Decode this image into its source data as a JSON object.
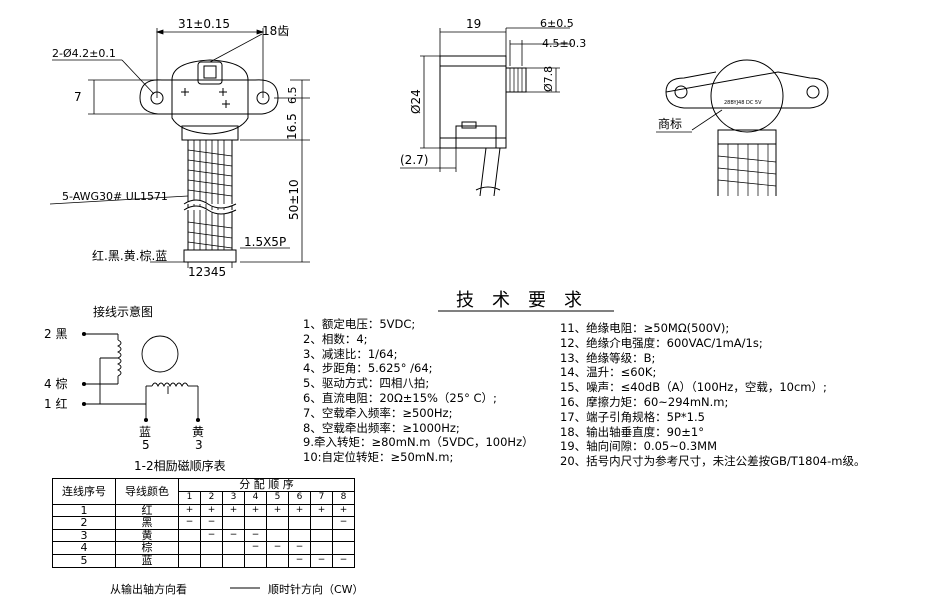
{
  "front_view": {
    "dim_width": "31±0.15",
    "dim_teeth": "18齿",
    "dim_hole": "2-Ø4.2±0.1",
    "dim_7": "7",
    "dim_65": "6.5",
    "dim_165": "16.5",
    "dim_50": "50±10",
    "cable_label": "5-AWG30# UL1571",
    "connector_label": "1.5X5P",
    "wire_colors": "红.黑.黄.棕.蓝",
    "pin_numbers": "12345"
  },
  "side_view": {
    "dim_19": "19",
    "dim_6": "6±0.5",
    "dim_45": "4.5±0.3",
    "dim_phi78": "Ø7.8",
    "dim_phi24": "Ø24",
    "dim_27": "(2.7)"
  },
  "top_view": {
    "trademark_label": "商标",
    "motor_text": "28BYJ48 DC 5V"
  },
  "wiring": {
    "title": "接线示意图",
    "wire2": "2 黑",
    "wire4": "4 棕",
    "wire1": "1 红",
    "blue_label": "蓝",
    "blue_num": "5",
    "yellow_label": "黄",
    "yellow_num": "3"
  },
  "sequence_table": {
    "title": "1-2相励磁顺序表",
    "col_no": "连线序号",
    "col_color": "导线颜色",
    "col_seq": "分 配 顺 序",
    "steps": [
      "1",
      "2",
      "3",
      "4",
      "5",
      "6",
      "7",
      "8"
    ],
    "rows": [
      {
        "no": "1",
        "color": "红",
        "cells": [
          "+",
          "+",
          "+",
          "+",
          "+",
          "+",
          "+",
          "+"
        ]
      },
      {
        "no": "2",
        "color": "黑",
        "cells": [
          "−",
          "−",
          "",
          "",
          "",
          "",
          "",
          "−"
        ]
      },
      {
        "no": "3",
        "color": "黄",
        "cells": [
          "",
          "−",
          "−",
          "−",
          "",
          "",
          "",
          ""
        ]
      },
      {
        "no": "4",
        "color": "棕",
        "cells": [
          "",
          "",
          "",
          "−",
          "−",
          "−",
          "",
          ""
        ]
      },
      {
        "no": "5",
        "color": "蓝",
        "cells": [
          "",
          "",
          "",
          "",
          "",
          "−",
          "−",
          "−"
        ]
      }
    ],
    "caption_left": "从输出轴方向看",
    "caption_right": "顺时针方向（CW）"
  },
  "specs": {
    "title": "技术要求",
    "left": [
      "1、额定电压：5VDC;",
      "2、相数：4;",
      "3、减速比：1/64;",
      "4、步距角：5.625° /64;",
      "5、驱动方式：四相八拍;",
      "6、直流电阻：20Ω±15%（25° C）;",
      "7、空载牵入频率：≥500Hz;",
      "8、空载牵出频率：≥1000Hz;",
      "9.牵入转矩：≥80mN.m（5VDC，100Hz）",
      "10:自定位转矩：≥50mN.m;"
    ],
    "right": [
      "11、绝缘电阻：≥50MΩ(500V);",
      "12、绝缘介电强度：600VAC/1mA/1s;",
      "13、绝缘等级：B;",
      "14、温升：≤60K;",
      "15、噪声：≤40dB（A）（100Hz，空载，10cm）;",
      "16、摩擦力矩：60~294mN.m;",
      "17、端子引角规格：5P*1.5",
      "18、输出轴垂直度：90±1°",
      "19、轴向间隙：0.05~0.3MM",
      "20、括号内尺寸为参考尺寸，未注公差按GB/T1804-m级。"
    ]
  }
}
